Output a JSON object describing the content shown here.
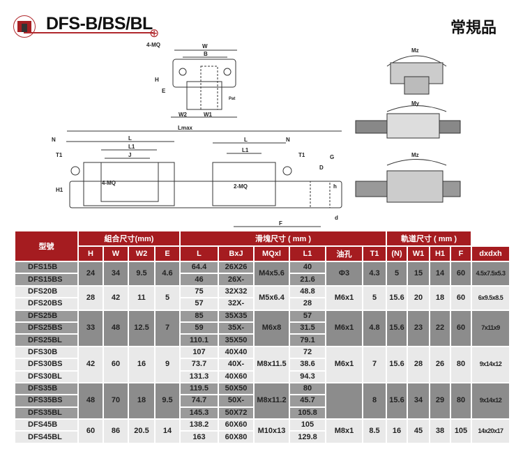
{
  "header": {
    "title": "DFS-B/BS/BL",
    "category": "常規品"
  },
  "drawing_labels": {
    "mq4": "4-MQ",
    "w": "W",
    "b": "B",
    "h": "H",
    "e": "E",
    "w2": "W2",
    "w1": "W1",
    "pat": "Pat",
    "mz": "Mz",
    "my": "My",
    "mz2": "Mz",
    "lmax": "Lmax",
    "n": "N",
    "l": "L",
    "l1": "L1",
    "j": "J",
    "t1": "T1",
    "h1": "H1",
    "mq4b": "4-MQ",
    "mq2": "2-MQ",
    "n2": "N",
    "l2": "L",
    "l12": "L1",
    "t12": "T1",
    "g": "G",
    "d": "D",
    "hh": "h",
    "dd": "d",
    "f": "F"
  },
  "table": {
    "model_header": "型號",
    "groups": [
      "組合尺寸(mm)",
      "滑塊尺寸 ( mm )",
      "軌道尺寸 ( mm )"
    ],
    "columns": [
      "H",
      "W",
      "W2",
      "E",
      "L",
      "BxJ",
      "MQxl",
      "L1",
      "油孔",
      "T1",
      "(N)",
      "W1",
      "H1",
      "F",
      "dxdxh"
    ],
    "rows": [
      {
        "models": [
          "DFS15B",
          "DFS15BS"
        ],
        "H": "24",
        "W": "34",
        "W2": "9.5",
        "E": "4.6",
        "L": [
          "64.4",
          "46"
        ],
        "BxJ": [
          "26X26",
          "26X-"
        ],
        "MQxl": "M4x5.6",
        "L1": [
          "40",
          "21.6"
        ],
        "oil": "Φ3",
        "T1": "4.3",
        "N": "5",
        "W1": "15",
        "H1": "14",
        "F": "60",
        "dxdxh": "4.5x7.5x5.3"
      },
      {
        "models": [
          "DFS20B",
          "DFS20BS"
        ],
        "H": "28",
        "W": "42",
        "W2": "11",
        "E": "5",
        "L": [
          "75",
          "57"
        ],
        "BxJ": [
          "32X32",
          "32X-"
        ],
        "MQxl": "M5x6.4",
        "L1": [
          "48.8",
          "28"
        ],
        "oil": "M6x1",
        "T1": "5",
        "N": "15.6",
        "W1": "20",
        "H1": "18",
        "F": "60",
        "dxdxh": "6x9.5x8.5"
      },
      {
        "models": [
          "DFS25B",
          "DFS25BS",
          "DFS25BL"
        ],
        "H": "33",
        "W": "48",
        "W2": "12.5",
        "E": "7",
        "L": [
          "85",
          "59",
          "110.1"
        ],
        "BxJ": [
          "35X35",
          "35X-",
          "35X50"
        ],
        "MQxl": "M6x8",
        "L1": [
          "57",
          "31.5",
          "79.1"
        ],
        "oil": "M6x1",
        "T1": "4.8",
        "N": "15.6",
        "W1": "23",
        "H1": "22",
        "F": "60",
        "dxdxh": "7x11x9"
      },
      {
        "models": [
          "DFS30B",
          "DFS30BS",
          "DFS30BL"
        ],
        "H": "42",
        "W": "60",
        "W2": "16",
        "E": "9",
        "L": [
          "107",
          "73.7",
          "131.3"
        ],
        "BxJ": [
          "40X40",
          "40X-",
          "40X60"
        ],
        "MQxl": "M8x11.5",
        "L1": [
          "72",
          "38.6",
          "94.3"
        ],
        "oil": "M6x1",
        "T1": "7",
        "N": "15.6",
        "W1": "28",
        "H1": "26",
        "F": "80",
        "dxdxh": "9x14x12"
      },
      {
        "models": [
          "DFS35B",
          "DFS35BS",
          "DFS35BL"
        ],
        "H": "48",
        "W": "70",
        "W2": "18",
        "E": "9.5",
        "L": [
          "119.5",
          "74.7",
          "145.3"
        ],
        "BxJ": [
          "50X50",
          "50X-",
          "50X72"
        ],
        "MQxl": "M8x11.2",
        "L1": [
          "80",
          "45.7",
          "105.8"
        ],
        "oil": "",
        "T1": "8",
        "N": "15.6",
        "W1": "34",
        "H1": "29",
        "F": "80",
        "dxdxh": "9x14x12"
      },
      {
        "models": [
          "DFS45B",
          "DFS45BL"
        ],
        "H": "60",
        "W": "86",
        "W2": "20.5",
        "E": "14",
        "L": [
          "138.2",
          "163"
        ],
        "BxJ": [
          "60X60",
          "60X80"
        ],
        "MQxl": "M10x13",
        "L1": [
          "105",
          "129.8"
        ],
        "oil": "M8x1",
        "T1": "8.5",
        "N": "16",
        "W1": "45",
        "H1": "38",
        "F": "105",
        "dxdxh": "14x20x17"
      }
    ]
  }
}
